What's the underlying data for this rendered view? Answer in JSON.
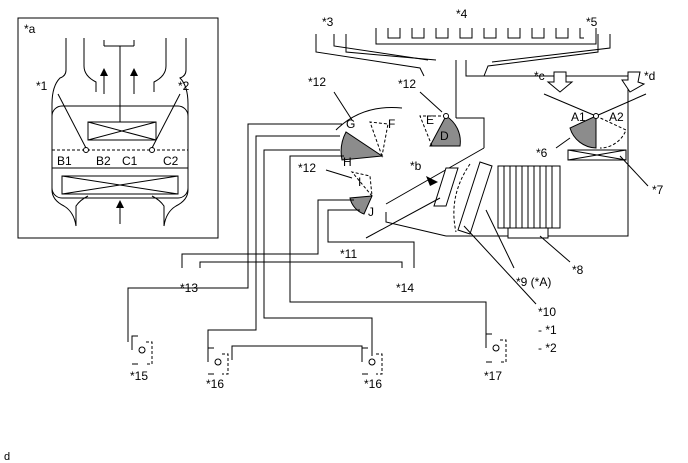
{
  "inset": {
    "label": "*a",
    "callouts": {
      "c1": "*1",
      "c2": "*2"
    },
    "sections": {
      "b1": "B1",
      "b2": "B2",
      "c1": "C1",
      "c2": "C2"
    }
  },
  "ducts": {
    "c3": "*3",
    "c4": "*4",
    "c5": "*5"
  },
  "inlets": {
    "c": "*c",
    "d": "*d",
    "a1": "A1",
    "a2": "A2",
    "c6": "*6",
    "c7": "*7"
  },
  "dampers": {
    "c12_left": "*12",
    "c12_mid": "*12",
    "c12_low": "*12",
    "g": "G",
    "f": "F",
    "h": "H",
    "e": "E",
    "d": "D",
    "i": "I",
    "j": "J"
  },
  "unit": {
    "b": "*b",
    "c8": "*8",
    "c9": "*9 (*A)",
    "c10": "*10",
    "sub1": "- *1",
    "sub2": "- *2",
    "c11": "*11"
  },
  "actuators": {
    "c13": "*13",
    "c14": "*14",
    "c15": "*15",
    "c16a": "*16",
    "c16b": "*16",
    "c17": "*17"
  },
  "corner": "d"
}
